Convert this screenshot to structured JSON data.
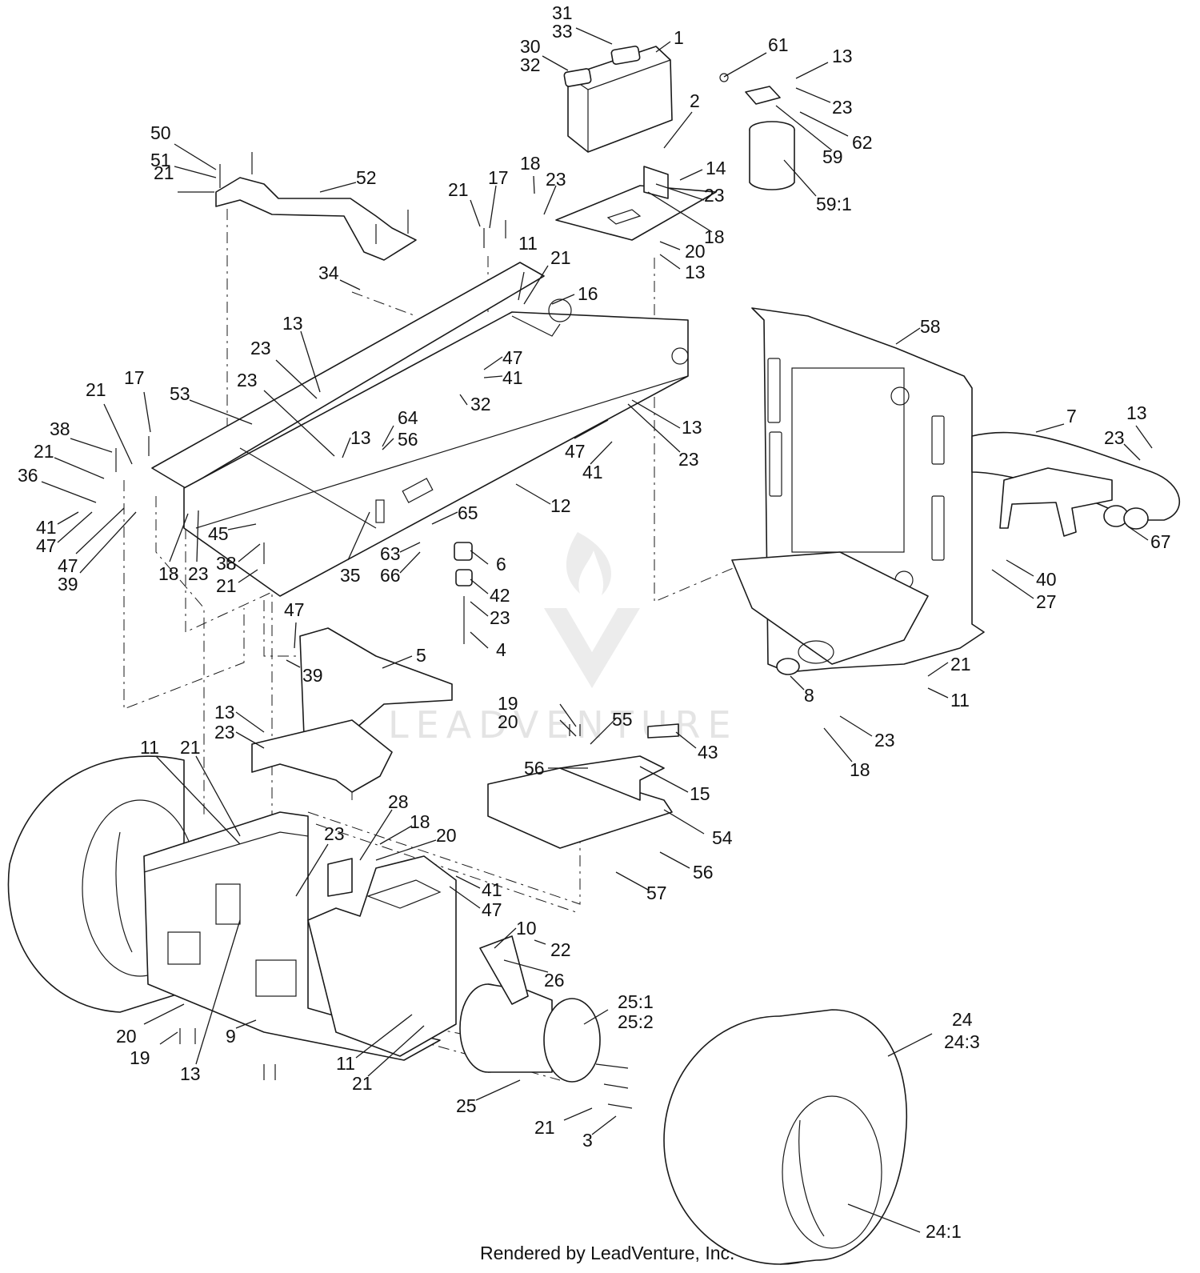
{
  "watermark": "LEADVENTURE",
  "footer": "Rendered by LeadVenture, Inc.",
  "callouts": [
    {
      "id": "c31",
      "text": "31"
    },
    {
      "id": "c33",
      "text": "33"
    },
    {
      "id": "c1",
      "text": "1"
    },
    {
      "id": "c30",
      "text": "30"
    },
    {
      "id": "c32a",
      "text": "32"
    },
    {
      "id": "c61",
      "text": "61"
    },
    {
      "id": "c13a",
      "text": "13"
    },
    {
      "id": "c23a",
      "text": "23"
    },
    {
      "id": "c62",
      "text": "62"
    },
    {
      "id": "c59",
      "text": "59"
    },
    {
      "id": "c2",
      "text": "2"
    },
    {
      "id": "c59_1",
      "text": "59:1"
    },
    {
      "id": "c14",
      "text": "14"
    },
    {
      "id": "c23b",
      "text": "23"
    },
    {
      "id": "c18a",
      "text": "18"
    },
    {
      "id": "c20a",
      "text": "20"
    },
    {
      "id": "c13b",
      "text": "13"
    },
    {
      "id": "c18b",
      "text": "18"
    },
    {
      "id": "c23c",
      "text": "23"
    },
    {
      "id": "c17a",
      "text": "17"
    },
    {
      "id": "c21a",
      "text": "21"
    },
    {
      "id": "c50",
      "text": "50"
    },
    {
      "id": "c51",
      "text": "51"
    },
    {
      "id": "c21b",
      "text": "21"
    },
    {
      "id": "c52",
      "text": "52"
    },
    {
      "id": "c11a",
      "text": "11"
    },
    {
      "id": "c21c",
      "text": "21"
    },
    {
      "id": "c16",
      "text": "16"
    },
    {
      "id": "c34",
      "text": "34"
    },
    {
      "id": "c58",
      "text": "58"
    },
    {
      "id": "c13c",
      "text": "13"
    },
    {
      "id": "c23d",
      "text": "23"
    },
    {
      "id": "c47a",
      "text": "47"
    },
    {
      "id": "c41a",
      "text": "41"
    },
    {
      "id": "c23e",
      "text": "23"
    },
    {
      "id": "c32b",
      "text": "32"
    },
    {
      "id": "c13d",
      "text": "13"
    },
    {
      "id": "c23f",
      "text": "23"
    },
    {
      "id": "c17b",
      "text": "17"
    },
    {
      "id": "c21d",
      "text": "21"
    },
    {
      "id": "c53",
      "text": "53"
    },
    {
      "id": "c64",
      "text": "64"
    },
    {
      "id": "c13e",
      "text": "13"
    },
    {
      "id": "c56a",
      "text": "56"
    },
    {
      "id": "c7",
      "text": "7"
    },
    {
      "id": "c13f",
      "text": "13"
    },
    {
      "id": "c23g",
      "text": "23"
    },
    {
      "id": "c38a",
      "text": "38"
    },
    {
      "id": "c21e",
      "text": "21"
    },
    {
      "id": "c36",
      "text": "36"
    },
    {
      "id": "c47b",
      "text": "47"
    },
    {
      "id": "c41b",
      "text": "41"
    },
    {
      "id": "c12",
      "text": "12"
    },
    {
      "id": "c65",
      "text": "65"
    },
    {
      "id": "c41c",
      "text": "41"
    },
    {
      "id": "c47c",
      "text": "47"
    },
    {
      "id": "c47d",
      "text": "47"
    },
    {
      "id": "c39a",
      "text": "39"
    },
    {
      "id": "c45",
      "text": "45"
    },
    {
      "id": "c18c",
      "text": "18"
    },
    {
      "id": "c23h",
      "text": "23"
    },
    {
      "id": "c38b",
      "text": "38"
    },
    {
      "id": "c21f",
      "text": "21"
    },
    {
      "id": "c35",
      "text": "35"
    },
    {
      "id": "c63",
      "text": "63"
    },
    {
      "id": "c66",
      "text": "66"
    },
    {
      "id": "c6",
      "text": "6"
    },
    {
      "id": "c42",
      "text": "42"
    },
    {
      "id": "c23i",
      "text": "23"
    },
    {
      "id": "c4",
      "text": "4"
    },
    {
      "id": "c67",
      "text": "67"
    },
    {
      "id": "c40",
      "text": "40"
    },
    {
      "id": "c27",
      "text": "27"
    },
    {
      "id": "c47e",
      "text": "47"
    },
    {
      "id": "c39b",
      "text": "39"
    },
    {
      "id": "c5",
      "text": "5"
    },
    {
      "id": "c8",
      "text": "8"
    },
    {
      "id": "c21g",
      "text": "21"
    },
    {
      "id": "c11b",
      "text": "11"
    },
    {
      "id": "c19a",
      "text": "19"
    },
    {
      "id": "c20b",
      "text": "20"
    },
    {
      "id": "c55",
      "text": "55"
    },
    {
      "id": "c23j",
      "text": "23"
    },
    {
      "id": "c18d",
      "text": "18"
    },
    {
      "id": "c43",
      "text": "43"
    },
    {
      "id": "c13g",
      "text": "13"
    },
    {
      "id": "c23k",
      "text": "23"
    },
    {
      "id": "c56b",
      "text": "56"
    },
    {
      "id": "c15",
      "text": "15"
    },
    {
      "id": "c11c",
      "text": "11"
    },
    {
      "id": "c21h",
      "text": "21"
    },
    {
      "id": "c54",
      "text": "54"
    },
    {
      "id": "c28",
      "text": "28"
    },
    {
      "id": "c18e",
      "text": "18"
    },
    {
      "id": "c20c",
      "text": "20"
    },
    {
      "id": "c23l",
      "text": "23"
    },
    {
      "id": "c41d",
      "text": "41"
    },
    {
      "id": "c47f",
      "text": "47"
    },
    {
      "id": "c56c",
      "text": "56"
    },
    {
      "id": "c57",
      "text": "57"
    },
    {
      "id": "c10",
      "text": "10"
    },
    {
      "id": "c22",
      "text": "22"
    },
    {
      "id": "c26",
      "text": "26"
    },
    {
      "id": "c25_1",
      "text": "25:1"
    },
    {
      "id": "c25_2",
      "text": "25:2"
    },
    {
      "id": "c24",
      "text": "24"
    },
    {
      "id": "c24_3",
      "text": "24:3"
    },
    {
      "id": "c20d",
      "text": "20"
    },
    {
      "id": "c19b",
      "text": "19"
    },
    {
      "id": "c9",
      "text": "9"
    },
    {
      "id": "c13h",
      "text": "13"
    },
    {
      "id": "c11d",
      "text": "11"
    },
    {
      "id": "c21i",
      "text": "21"
    },
    {
      "id": "c25",
      "text": "25"
    },
    {
      "id": "c21j",
      "text": "21"
    },
    {
      "id": "c3",
      "text": "3"
    },
    {
      "id": "c24_1",
      "text": "24:1"
    }
  ]
}
